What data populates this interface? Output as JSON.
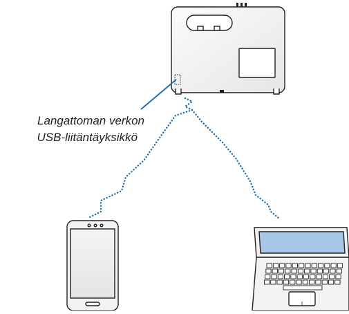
{
  "callout": {
    "line1": "Langattoman verkon",
    "line2": "USB-liitäntäyksikkö"
  },
  "colors": {
    "leader_line": "#1a6fb0",
    "wireless_signal": "#1a6fb0",
    "device_outline": "#231f20",
    "device_body": "#f2f2f2",
    "laptop_screen": "#a9c7e8"
  },
  "devices": [
    "projector-icon",
    "smartphone-icon",
    "laptop-icon"
  ],
  "connections": [
    "wireless-link-phone",
    "wireless-link-laptop"
  ]
}
